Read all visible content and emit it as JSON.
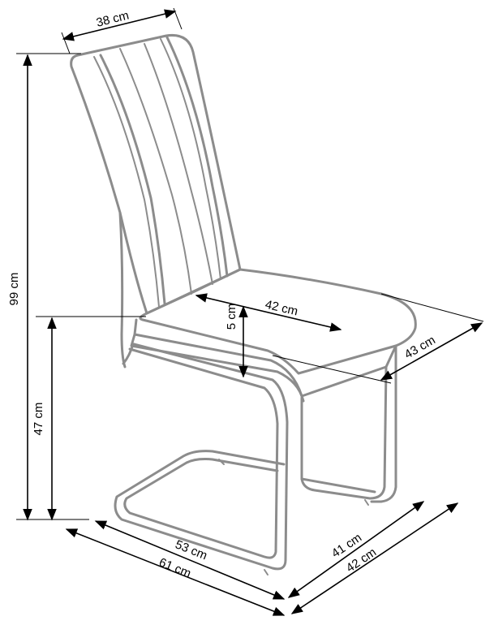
{
  "dimensions": {
    "backrest_width": "38 cm",
    "total_height": "99 cm",
    "seat_height": "47 cm",
    "seat_depth": "42 cm",
    "seat_thickness": "5 cm",
    "seat_width": "43 cm",
    "base_depth": "53 cm",
    "total_depth": "61 cm",
    "base_width": "41 cm",
    "total_width": "42 cm"
  },
  "colors": {
    "chair_outline": "#8c8c8c",
    "dimension_lines": "#000000",
    "background": "#ffffff"
  }
}
